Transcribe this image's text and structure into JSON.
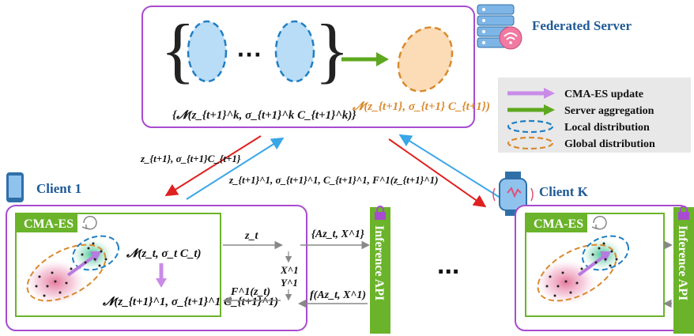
{
  "server": {
    "title": "Federated Server",
    "local_set_label": "{𝓝(z_{t+1}^k, σ_{t+1}^k C_{t+1}^k)}",
    "global_label": "𝓝(z_{t+1}, σ_{t+1} C_{t+1})"
  },
  "legend": {
    "items": [
      {
        "label": "CMA-ES update",
        "color": "#c98be8"
      },
      {
        "label": "Server aggregation",
        "color": "#5ea81f"
      },
      {
        "label": "Local distribution",
        "color": "#1f7fc4"
      },
      {
        "label": "Global distribution",
        "color": "#d98a2e"
      }
    ]
  },
  "arrows": {
    "down_left": "z_{t+1}, σ_{t+1}C_{t+1}",
    "up_left": "z_{t+1}^1, σ_{t+1}^1, C_{t+1}^1, F^1(z_{t+1}^1)"
  },
  "client1": {
    "name": "Client 1",
    "cmaes": "CMA-ES",
    "dist_before": "𝓝(z_t, σ_t C_t)",
    "dist_after": "𝓝(z_{t+1}^1, σ_{t+1}^1 C_{t+1}^1)",
    "to_api": "z_t",
    "from_api": "F^1(z_t)",
    "query": "{Az_t, X^1}",
    "response": "f(Az_t, X^1)",
    "data_x": "X^1",
    "data_y": "Y^1",
    "api": "Inference API"
  },
  "clientK": {
    "name": "Client K",
    "cmaes": "CMA-ES",
    "api": "Inference API"
  },
  "ellipsis": "..."
}
